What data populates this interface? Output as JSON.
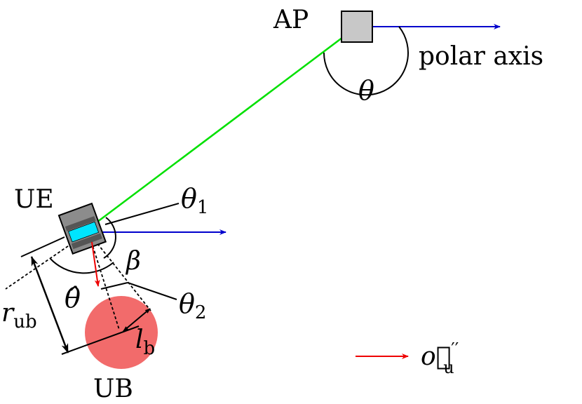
{
  "labels": {
    "ap": "AP",
    "ue": "UE",
    "ub": "UB",
    "polar_axis": "polar axis",
    "theta": "θ",
    "theta1": "θ",
    "theta1_sub": "1",
    "theta2": "θ",
    "theta2_sub": "2",
    "theta_hat": "θ̂",
    "beta": "β",
    "r_ub": "r",
    "r_ub_sub": "ub",
    "l_b": "l",
    "l_b_sub": "b",
    "legend_o": "o⃗",
    "legend_o_sup": "′′",
    "legend_o_sub": "u"
  },
  "colors": {
    "los_link": "#00e000",
    "polar_axis_arrow": "#0000cc",
    "orientation_arrow": "#ee0000",
    "blockage": "#f26b6b",
    "ap_box": "#c8c8c8",
    "ue_body": "#8c8c8c",
    "ue_screen": "#00e5ff"
  }
}
